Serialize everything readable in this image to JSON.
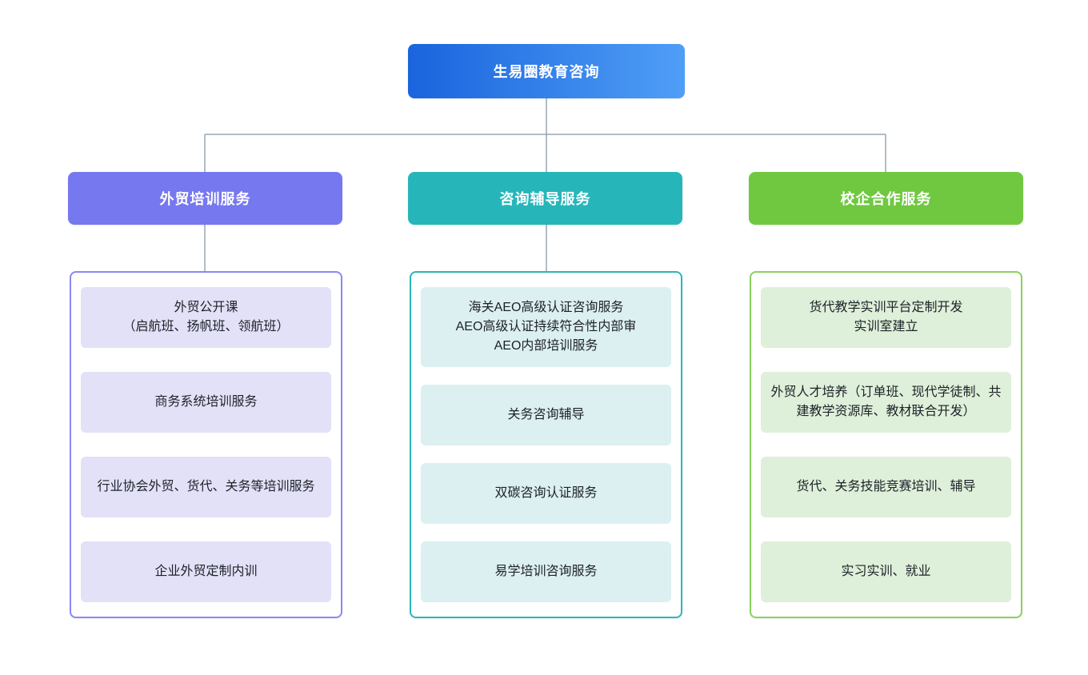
{
  "diagram_title": "生易圈教育咨询",
  "connector_color": "#9aa5b1",
  "root": {
    "label": "生易圈教育咨询",
    "gradient_start": "#1a64dd",
    "gradient_end": "#4f9ef7"
  },
  "branches": [
    {
      "label": "外贸培训服务",
      "color": "#7678ef",
      "border_color": "#8a88f2",
      "item_bg": "#e3e1f8",
      "items": [
        "外贸公开课\n（启航班、扬帆班、领航班）",
        "商务系统培训服务",
        "行业协会外贸、货代、关务等培训服务",
        "企业外贸定制内训"
      ]
    },
    {
      "label": "咨询辅导服务",
      "color": "#26b6ba",
      "border_color": "#2ab7bb",
      "item_bg": "#dcf0f2",
      "items": [
        "海关AEO高级认证咨询服务\nAEO高级认证持续符合性内部审\nAEO内部培训服务",
        "关务咨询辅导",
        "双碳咨询认证服务",
        "易学培训咨询服务"
      ]
    },
    {
      "label": "校企合作服务",
      "color": "#70c840",
      "border_color": "#8ad25c",
      "item_bg": "#def0d9",
      "items": [
        "货代教学实训平台定制开发\n实训室建立",
        "外贸人才培养（订单班、现代学徒制、共建教学资源库、教材联合开发）",
        "货代、关务技能竞赛培训、辅导",
        "实习实训、就业"
      ]
    }
  ]
}
